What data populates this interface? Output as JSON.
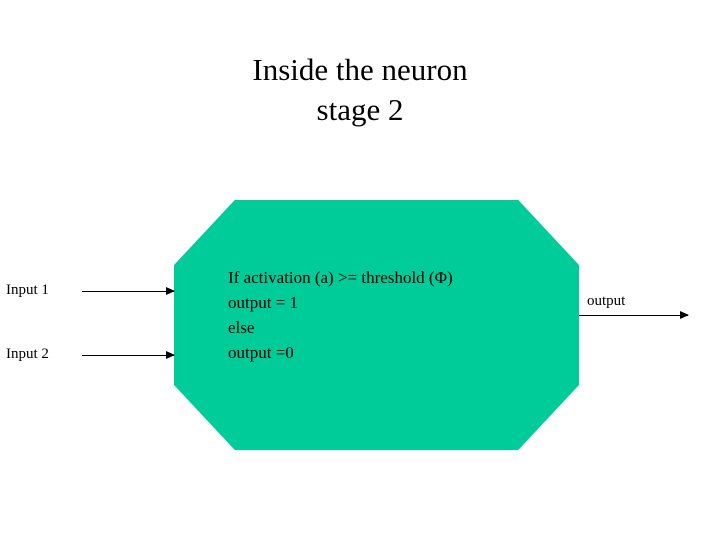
{
  "slide": {
    "title": "Inside the neuron\nstage 2",
    "shape": {
      "fill_color": "#00cc99",
      "text": "If activation (a) >= threshold (Φ)\noutput = 1\nelse\noutput =0"
    },
    "inputs": [
      {
        "label": "Input 1"
      },
      {
        "label": "Input 2"
      }
    ],
    "output": {
      "label": "output"
    }
  }
}
